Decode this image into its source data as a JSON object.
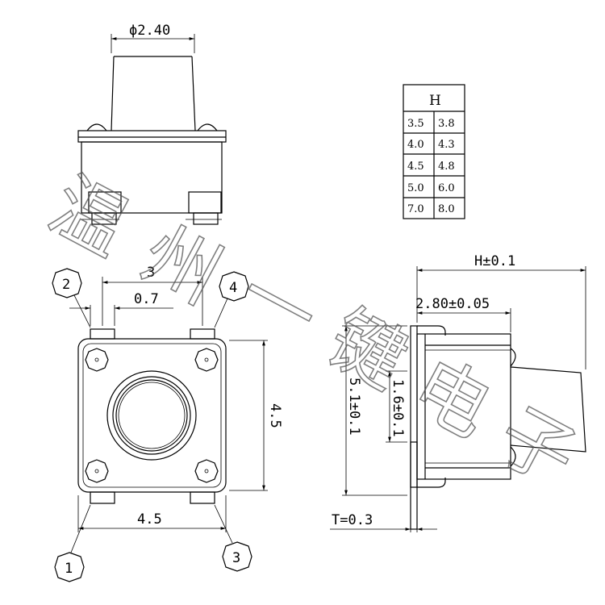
{
  "top_view": {
    "diameter_label": "ϕ2.40"
  },
  "height_table": {
    "header": "H",
    "rows": [
      [
        "3.5",
        "3.8"
      ],
      [
        "4.0",
        "4.3"
      ],
      [
        "4.5",
        "4.8"
      ],
      [
        "5.0",
        "6.0"
      ],
      [
        "7.0",
        "8.0"
      ]
    ]
  },
  "front_view": {
    "dim_pin_pitch": "3",
    "dim_pin_width": "0.7",
    "dim_body_height": "4.5",
    "dim_body_width": "4.5",
    "pin_labels": [
      "1",
      "2",
      "3",
      "4"
    ]
  },
  "side_view": {
    "dim_total_height": "H±0.1",
    "dim_base_height": "2.80±0.05",
    "dim_lead_span": "5.1±0.1",
    "dim_lead_gap": "1.6±0.1",
    "dim_thickness": "T=0.3"
  },
  "watermark": [
    "温",
    "州",
    "一",
    "键",
    "电",
    "子"
  ]
}
